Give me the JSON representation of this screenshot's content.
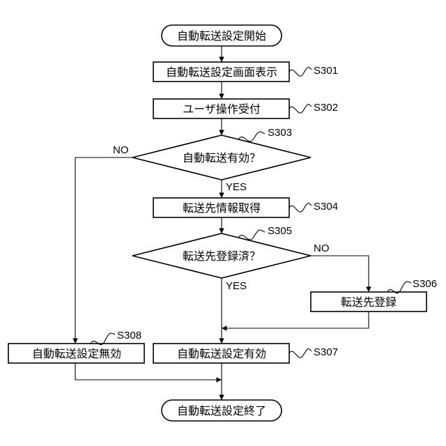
{
  "diagram": {
    "start": "自動転送設定開始",
    "end": "自動転送設定終了",
    "steps": {
      "s301": {
        "id": "S301",
        "text": "自動転送設定画面表示"
      },
      "s302": {
        "id": "S302",
        "text": "ユーザ操作受付"
      },
      "s303": {
        "id": "S303",
        "text": "自動転送有効？"
      },
      "s304": {
        "id": "S304",
        "text": "転送先情報取得"
      },
      "s305": {
        "id": "S305",
        "text": "転送先登録済？"
      },
      "s306": {
        "id": "S306",
        "text": "転送先登録"
      },
      "s307": {
        "id": "S307",
        "text": "自動転送設定有効"
      },
      "s308": {
        "id": "S308",
        "text": "自動転送設定無効"
      }
    },
    "branches": {
      "s303_no": "NO",
      "s303_yes": "YES",
      "s305_no": "NO",
      "s305_yes": "YES"
    }
  }
}
